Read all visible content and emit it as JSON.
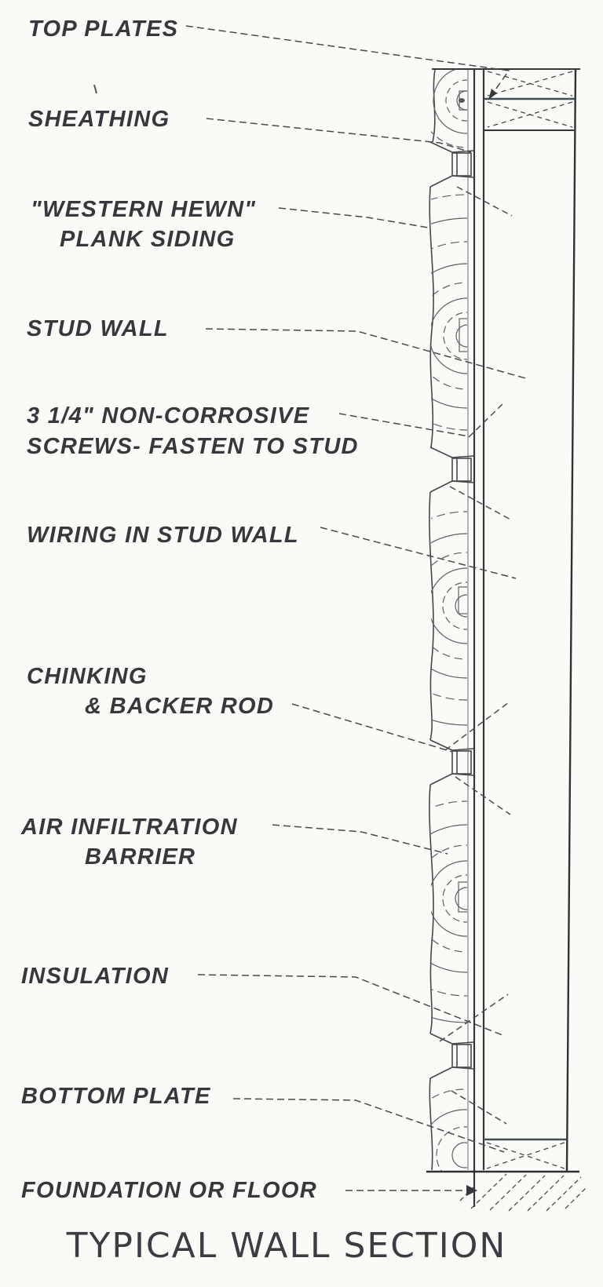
{
  "title": "TYPICAL WALL SECTION",
  "colors": {
    "ink": "#3e3f45",
    "heavy_line": "#2f3035",
    "plate_line": "#3c5156",
    "paper": "#fbfaf7"
  },
  "annotations": [
    {
      "id": "top-plates",
      "lines": [
        "TOP PLATES"
      ]
    },
    {
      "id": "sheathing",
      "lines": [
        "SHEATHING"
      ]
    },
    {
      "id": "plank-siding",
      "lines": [
        "\"WESTERN HEWN\"",
        "PLANK SIDING"
      ]
    },
    {
      "id": "stud-wall",
      "lines": [
        "STUD WALL"
      ]
    },
    {
      "id": "screws",
      "lines": [
        "3 1/4\" NON-CORROSIVE",
        "SCREWS- FASTEN TO STUD"
      ]
    },
    {
      "id": "wiring",
      "lines": [
        "WIRING IN STUD WALL"
      ]
    },
    {
      "id": "chinking",
      "lines": [
        "CHINKING",
        "& BACKER ROD"
      ]
    },
    {
      "id": "air-barrier",
      "lines": [
        "AIR INFILTRATION",
        "BARRIER"
      ]
    },
    {
      "id": "insulation",
      "lines": [
        "INSULATION"
      ]
    },
    {
      "id": "bottom-plate",
      "lines": [
        "BOTTOM PLATE"
      ]
    },
    {
      "id": "foundation",
      "lines": [
        "FOUNDATION OR FLOOR"
      ]
    }
  ]
}
